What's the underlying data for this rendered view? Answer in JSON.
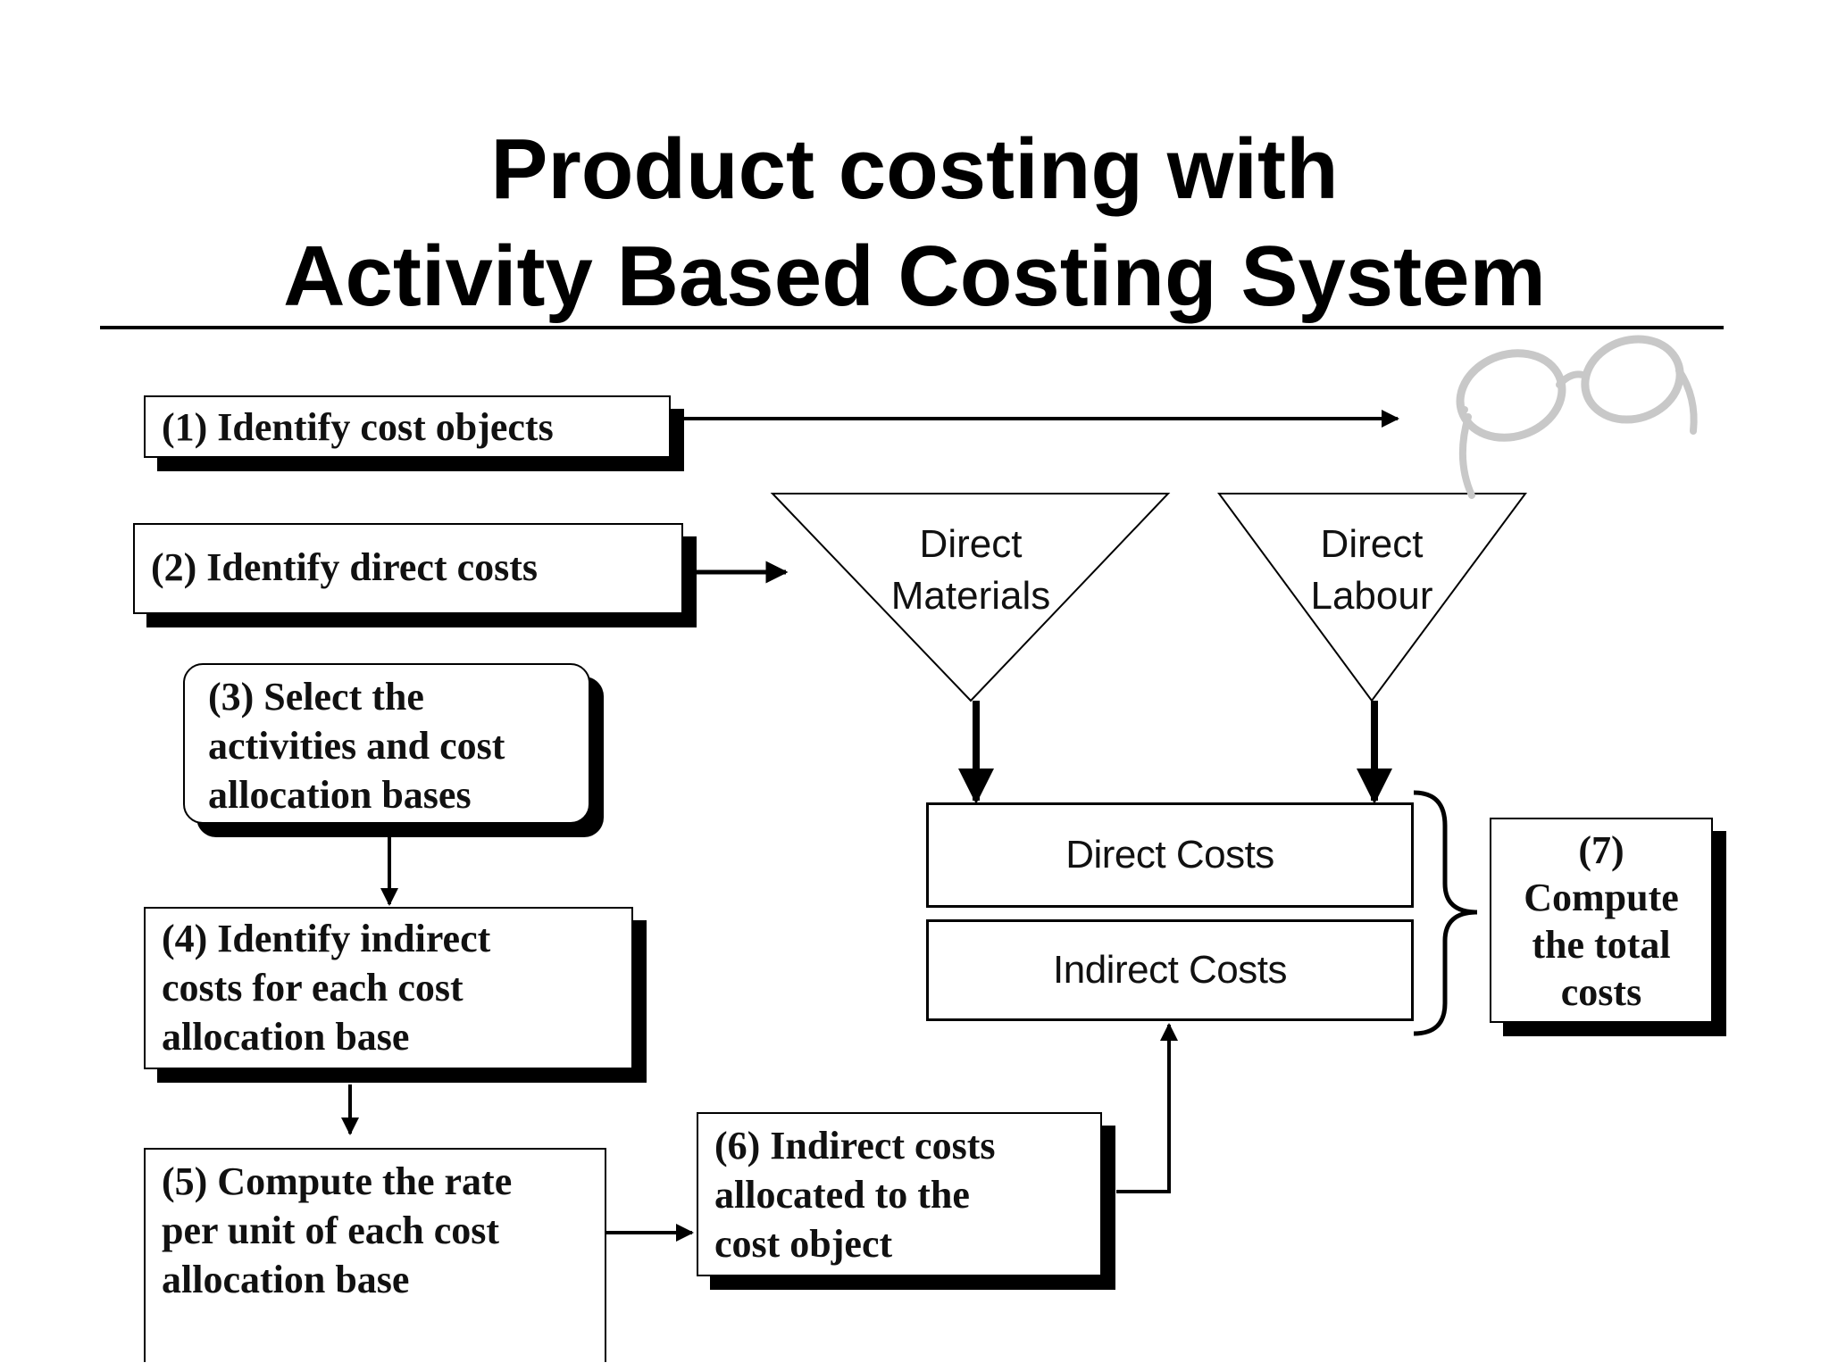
{
  "title": {
    "line1": "Product costing with",
    "line2": "Activity Based Costing System"
  },
  "steps": {
    "s1": "(1) Identify cost objects",
    "s2": "(2) Identify direct costs",
    "s3": [
      "(3) Select the",
      "activities and cost",
      "allocation bases"
    ],
    "s4": [
      "(4) Identify indirect",
      "costs for each cost",
      "allocation base"
    ],
    "s5": [
      "(5) Compute the rate",
      "per unit of each cost",
      "allocation base"
    ],
    "s6": [
      "(6) Indirect costs",
      "allocated to the",
      "cost object"
    ],
    "s7": [
      "(7)",
      "Compute",
      "the total",
      "costs"
    ]
  },
  "funnels": {
    "materials": [
      "Direct",
      "Materials"
    ],
    "labour": [
      "Direct",
      "Labour"
    ]
  },
  "costs": {
    "direct": "Direct Costs",
    "indirect": "Indirect Costs"
  },
  "icons": [
    "glasses-icon"
  ]
}
